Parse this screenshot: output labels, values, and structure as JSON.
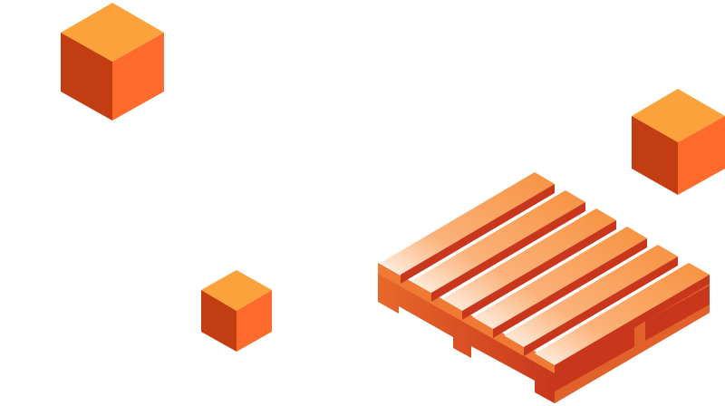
{
  "colors": {
    "background": "#ffffff",
    "cube_top": "#FBA23A",
    "cube_left": "#C23E12",
    "cube_right": "#FF6B2C",
    "pallet_light": "#FFE9D6",
    "pallet_mid": "#F7913F",
    "pallet_dark": "#C8371C",
    "pallet_side": "#E2602A"
  },
  "illustration": {
    "objects": [
      "cube",
      "cube",
      "cube",
      "pallet"
    ]
  }
}
